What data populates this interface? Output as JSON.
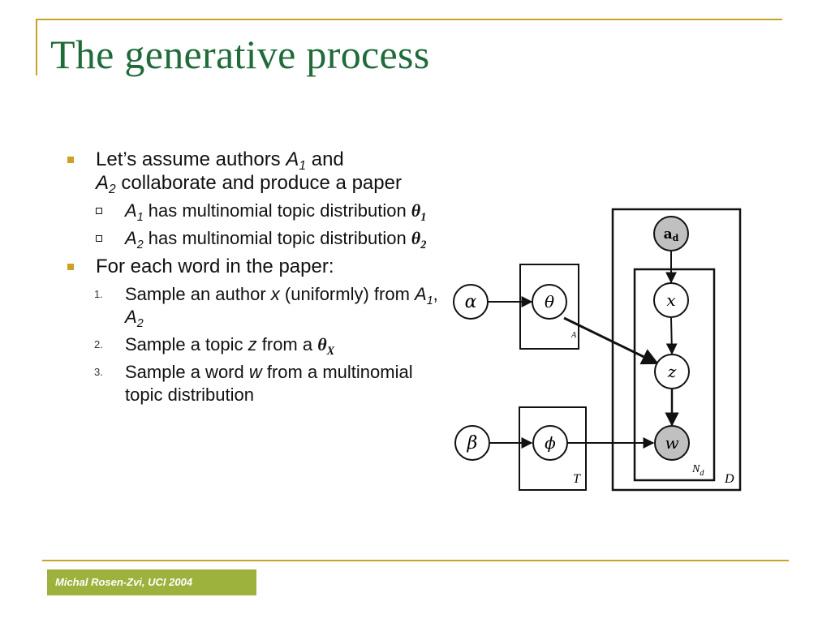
{
  "title": "The generative process",
  "bullet1": {
    "text_a": "Let’s assume authors ",
    "a1_var": "A",
    "a1_sub": "1",
    "text_b": " and",
    "a2_var": "A",
    "a2_sub": "2",
    "text_c": " collaborate and produce a paper"
  },
  "sub1": {
    "var": "A",
    "sub": "1",
    "text": " has multinomial topic distribution ",
    "theta": "θ",
    "theta_sub": "1"
  },
  "sub2": {
    "var": "A",
    "sub": "2",
    "text": " has multinomial topic distribution ",
    "theta": "θ",
    "theta_sub": "2"
  },
  "bullet2": {
    "text": "For each word in the paper:"
  },
  "steps": [
    {
      "num": "1.",
      "text_a": "Sample an author ",
      "var": "x",
      "text_b": " (uniformly) from ",
      "a1": "A",
      "a1_sub": "1",
      "comma": ", ",
      "a2": "A",
      "a2_sub": "2"
    },
    {
      "num": "2.",
      "text_a": "Sample a topic ",
      "var": "z",
      "text_b": " from a ",
      "theta": "θ",
      "theta_sub": "X"
    },
    {
      "num": "3.",
      "text_a": "Sample a word ",
      "var": "w",
      "text_b": " from a multinomial topic distribution"
    }
  ],
  "diagram": {
    "nodes": {
      "alpha": "α",
      "theta": "θ",
      "beta": "β",
      "phi": "ϕ",
      "ad_main": "a",
      "ad_sub": "d",
      "x": "x",
      "z": "z",
      "w": "w"
    },
    "plates": {
      "A": "A",
      "T": "T",
      "Nd_main": "N",
      "Nd_sub": "d",
      "D": "D"
    },
    "colors": {
      "observed": "#c0c0c0",
      "latent": "#ffffff"
    }
  },
  "footer": "Michal Rosen-Zvi, UCI 2004",
  "colors": {
    "accent": "#c9a227",
    "title": "#1f6b3a",
    "footer_bg": "#9cb23c"
  }
}
